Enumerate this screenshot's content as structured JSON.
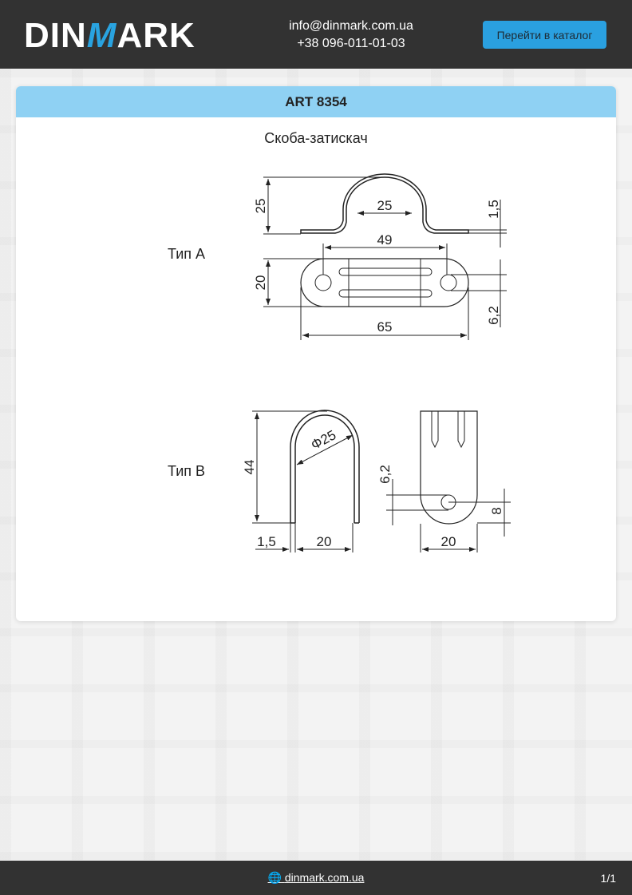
{
  "header": {
    "logo": "DINMARK",
    "logo_parts": [
      "DIN",
      "M",
      "ARK"
    ],
    "email": "info@dinmark.com.ua",
    "phone": "+38 096-011-01-03",
    "catalog_button": "Перейти в каталог"
  },
  "card": {
    "title": "ART 8354",
    "subtitle": "Скоба-затискач",
    "type_a": {
      "label": "Тип A",
      "dims": {
        "height": "25",
        "inner": "25",
        "thickness": "1,5",
        "holes": "49",
        "width": "20",
        "length": "65",
        "hole_d": "6,2"
      }
    },
    "type_b": {
      "label": "Тип B",
      "dims": {
        "height": "44",
        "diameter": "Φ25",
        "thickness": "1,5",
        "inner": "20",
        "hole_d": "6,2",
        "hole_offset": "8",
        "width": "20"
      }
    }
  },
  "footer": {
    "site": "dinmark.com.ua",
    "page": "1/1"
  },
  "colors": {
    "header": "#323232",
    "accent": "#2aa0e0",
    "card_header": "#8fd1f3"
  }
}
